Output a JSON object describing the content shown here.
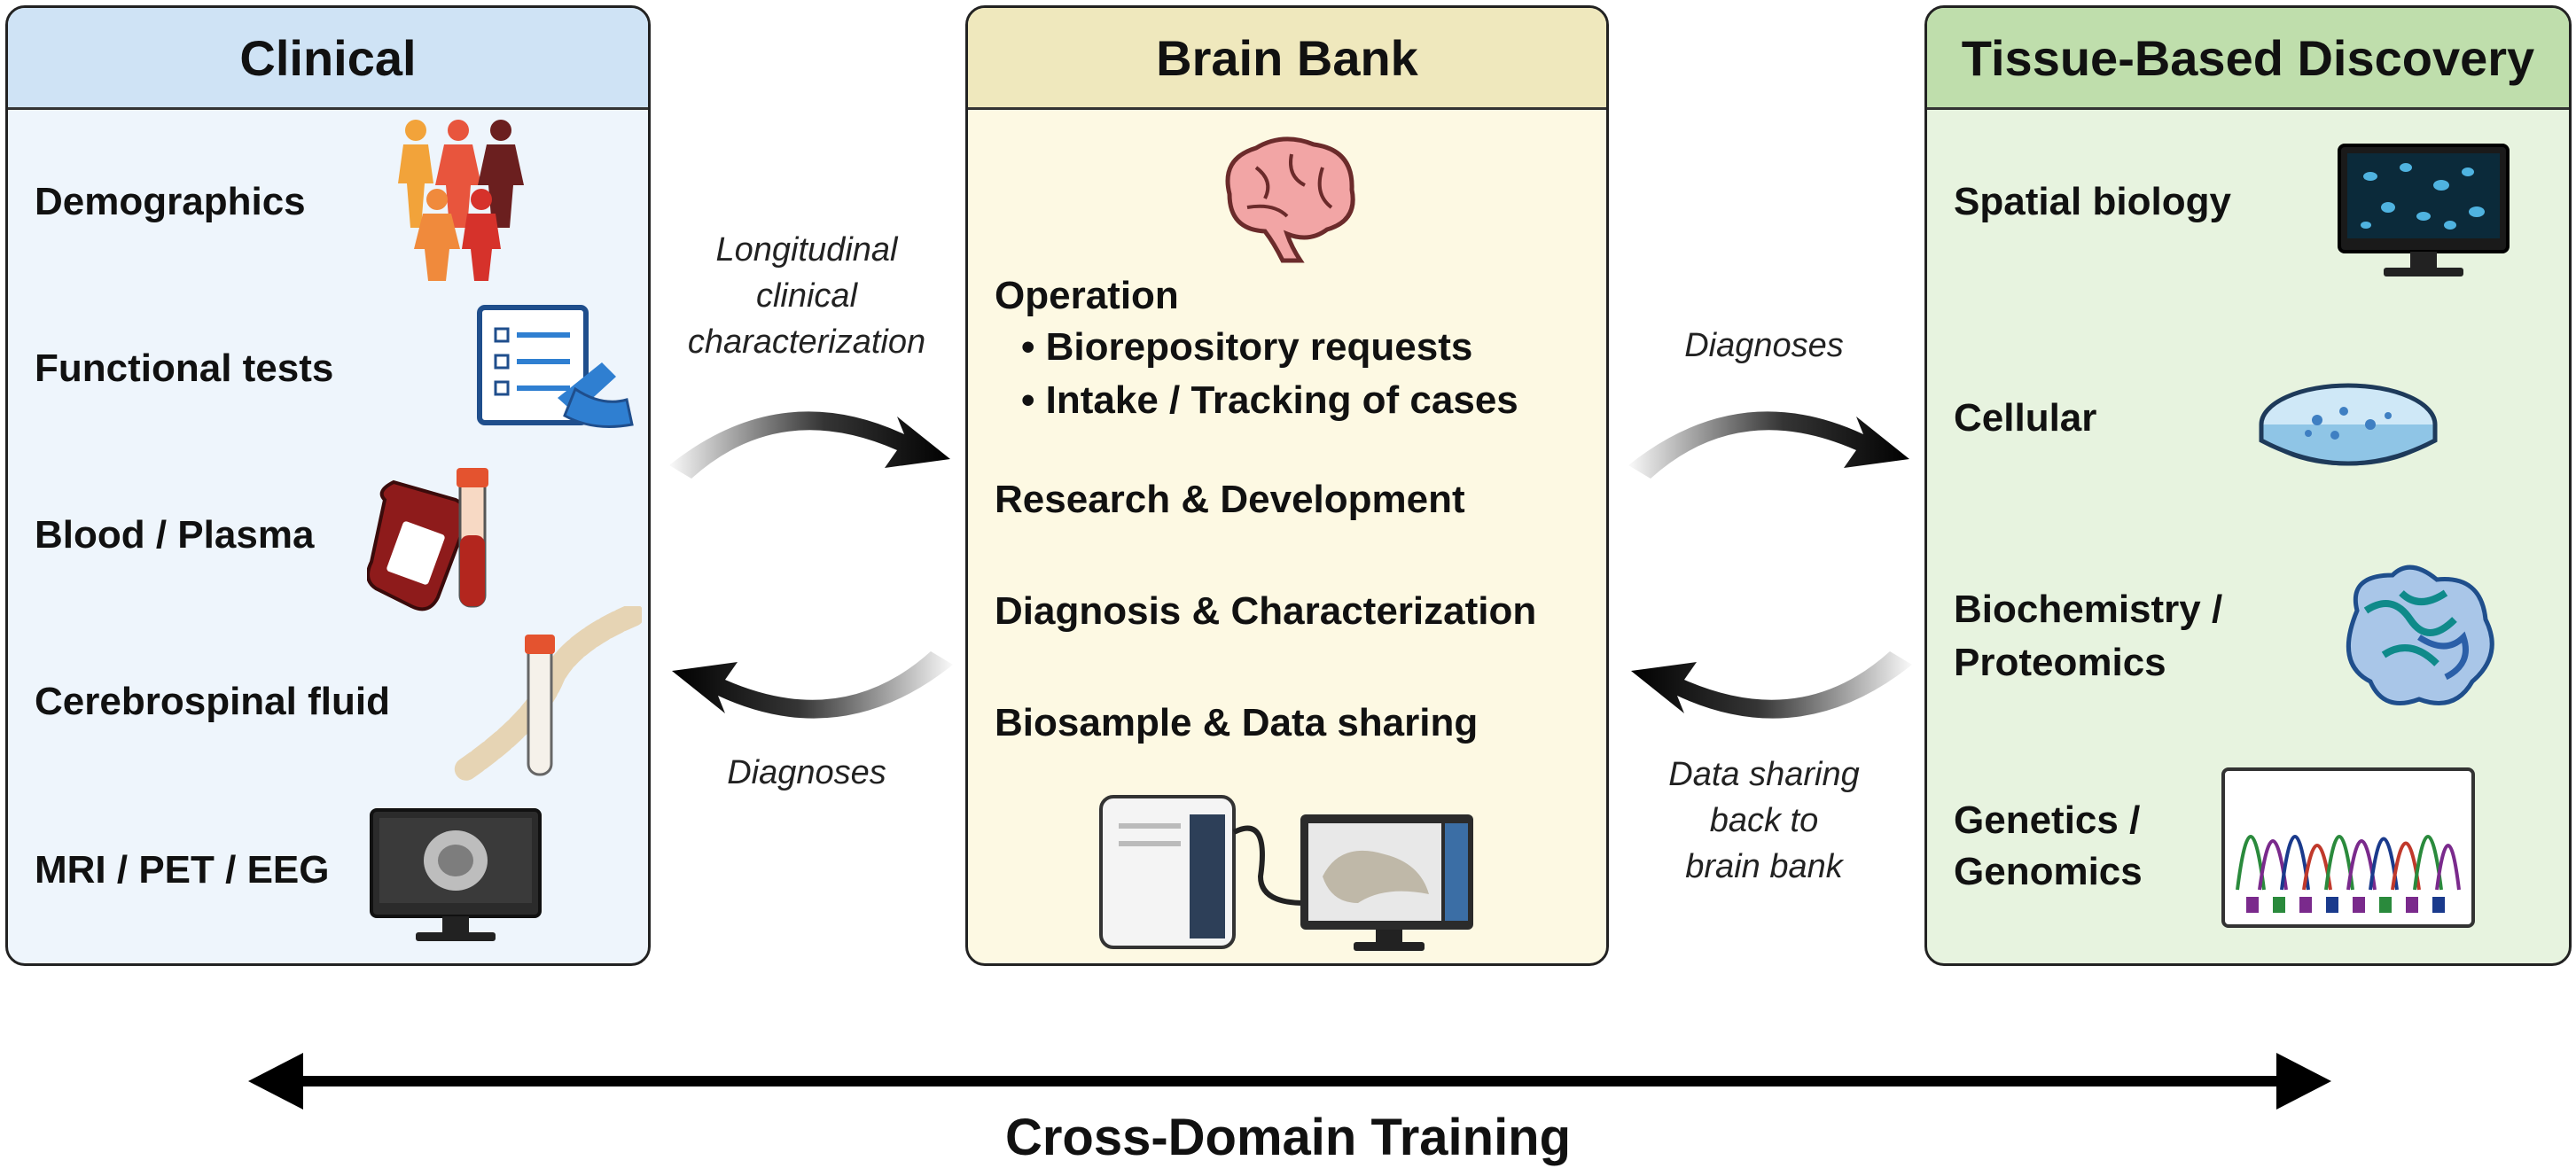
{
  "clinical": {
    "title": "Clinical",
    "items": [
      "Demographics",
      "Functional tests",
      "Blood / Plasma",
      "Cerebrospinal fluid",
      "MRI / PET / EEG"
    ]
  },
  "brain_bank": {
    "title": "Brain Bank",
    "operation": "Operation",
    "bullets": [
      "Biorepository requests",
      "Intake / Tracking of cases"
    ],
    "items": [
      "Research & Development",
      "Diagnosis & Characterization",
      "Biosample & Data sharing"
    ]
  },
  "tissue": {
    "title": "Tissue-Based Discovery",
    "items": [
      "Spatial biology",
      "Cellular",
      "Biochemistry /",
      "Proteomics",
      "Genetics /",
      "Genomics"
    ]
  },
  "flows": {
    "clinical_to_bank": [
      "Longitudinal",
      "clinical",
      "characterization"
    ],
    "bank_to_clinical": "Diagnoses",
    "bank_to_tissue": "Diagnoses",
    "tissue_to_bank": [
      "Data sharing",
      "back to",
      "brain bank"
    ]
  },
  "footer": "Cross-Domain Training"
}
